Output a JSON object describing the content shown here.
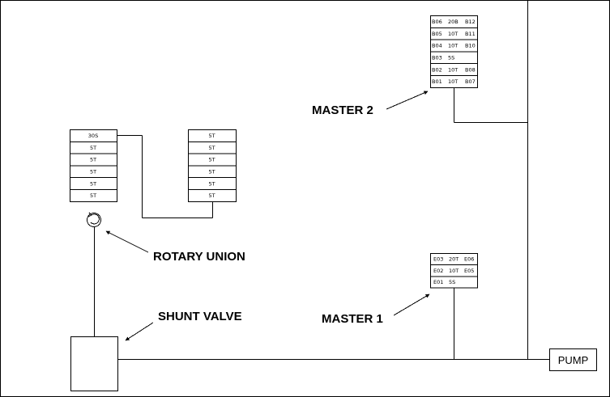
{
  "labels": {
    "master_2": "MASTER 2",
    "master_1": "MASTER 1",
    "rotary_union": "ROTARY UNION",
    "shunt_valve": "SHUNT VALVE",
    "pump": "PUMP"
  },
  "master_2_rows": [
    [
      "B06",
      "20B",
      "B12"
    ],
    [
      "B05",
      "10T",
      "B11"
    ],
    [
      "B04",
      "10T",
      "B10"
    ],
    [
      "B03",
      "5S",
      ""
    ],
    [
      "B02",
      "10T",
      "B08"
    ],
    [
      "B01",
      "10T",
      "B07"
    ]
  ],
  "master_1_rows": [
    [
      "E03",
      "20T",
      "E06"
    ],
    [
      "E02",
      "10T",
      "E05"
    ],
    [
      "E01",
      "5S",
      ""
    ]
  ],
  "left_stack": [
    "30S",
    "5T",
    "5T",
    "5T",
    "5T",
    "5T"
  ],
  "right_stack": [
    "5T",
    "5T",
    "5T",
    "5T",
    "5T",
    "5T"
  ]
}
